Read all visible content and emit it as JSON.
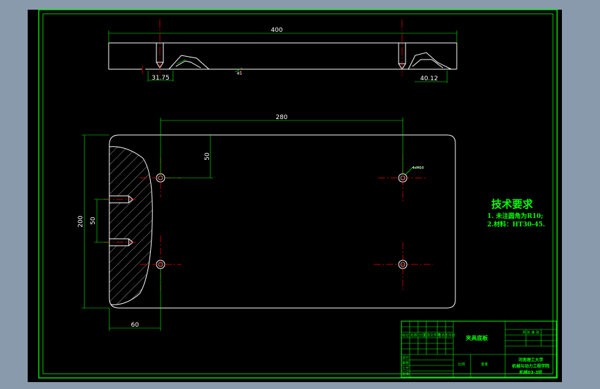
{
  "dimensions": {
    "top_length": "400",
    "top_left_small": "31.75",
    "top_right_small": "40.12",
    "top_angle": "45",
    "width_280": "280",
    "hole_offset_50_top": "50",
    "height_200": "200",
    "spacing_50_left": "50",
    "bottom_60": "60",
    "hole_callout": "4xM10"
  },
  "technical_requirements": {
    "title": "技术要求",
    "line1": "1. 未注圆角为R10;",
    "line2": "2.材料：HT30-45."
  },
  "title_block": {
    "part_name": "夹具底板",
    "school_line1": "河南理工大学",
    "school_line2": "机械与动力工程学院",
    "drawing_no": "机械03-3班",
    "ratio_label": "比例",
    "scale_label": "重量",
    "designer_label": "设计",
    "checker_label": "审核",
    "process_label": "工艺",
    "approve_label": "批准",
    "sheet_label": "共 张 第 张",
    "marker_cells": [
      "标记",
      "处数",
      "分区",
      "更改文件号",
      "签名",
      "年月日"
    ]
  },
  "colors": {
    "background": "#8a9aad",
    "paper": "#000000",
    "border": "#00ff00",
    "lines": "#ffffff",
    "center": "#ff0000"
  }
}
